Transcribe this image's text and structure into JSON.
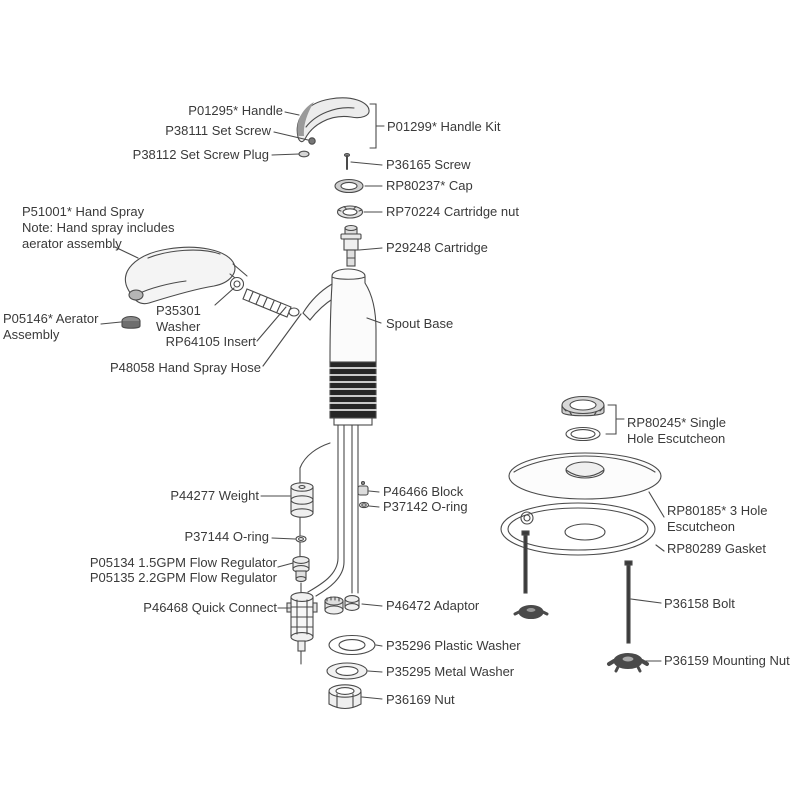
{
  "diagram": {
    "labels": {
      "handle": "P01295* Handle",
      "set_screw": "P38111 Set Screw",
      "set_screw_plug": "P38112 Set Screw Plug",
      "handle_kit": "P01299* Handle Kit",
      "screw": "P36165 Screw",
      "cap": "RP80237* Cap",
      "cartridge_nut": "RP70224 Cartridge nut",
      "cartridge": "P29248 Cartridge",
      "hand_spray": "P51001* Hand Spray",
      "hand_spray_note": "Note: Hand spray includes\naerator assembly",
      "aerator_assembly": "P05146* Aerator\nAssembly",
      "washer": "P35301\nWasher",
      "insert": "RP64105 Insert",
      "hand_spray_hose": "P48058 Hand Spray Hose",
      "spout_base": "Spout Base",
      "weight": "P44277 Weight",
      "block": "P46466 Block",
      "o_ring_small": "P37142 O-ring",
      "o_ring": "P37144 O-ring",
      "flow_regulator_15": "P05134 1.5GPM Flow Regulator",
      "flow_regulator_22": "P05135 2.2GPM Flow Regulator",
      "quick_connect": "P46468 Quick Connect",
      "adaptor": "P46472 Adaptor",
      "plastic_washer": "P35296 Plastic Washer",
      "metal_washer": "P35295 Metal Washer",
      "nut": "P36169 Nut",
      "single_hole_escutcheon": "RP80245* Single\nHole Escutcheon",
      "three_hole_escutcheon": "RP80185* 3 Hole\nEscutcheon",
      "gasket": "RP80289 Gasket",
      "bolt": "P36158 Bolt",
      "mounting_nut": "P36159 Mounting Nut"
    },
    "colors": {
      "line": "#4a4a4a",
      "text": "#3a3a3a",
      "background": "#ffffff"
    }
  }
}
